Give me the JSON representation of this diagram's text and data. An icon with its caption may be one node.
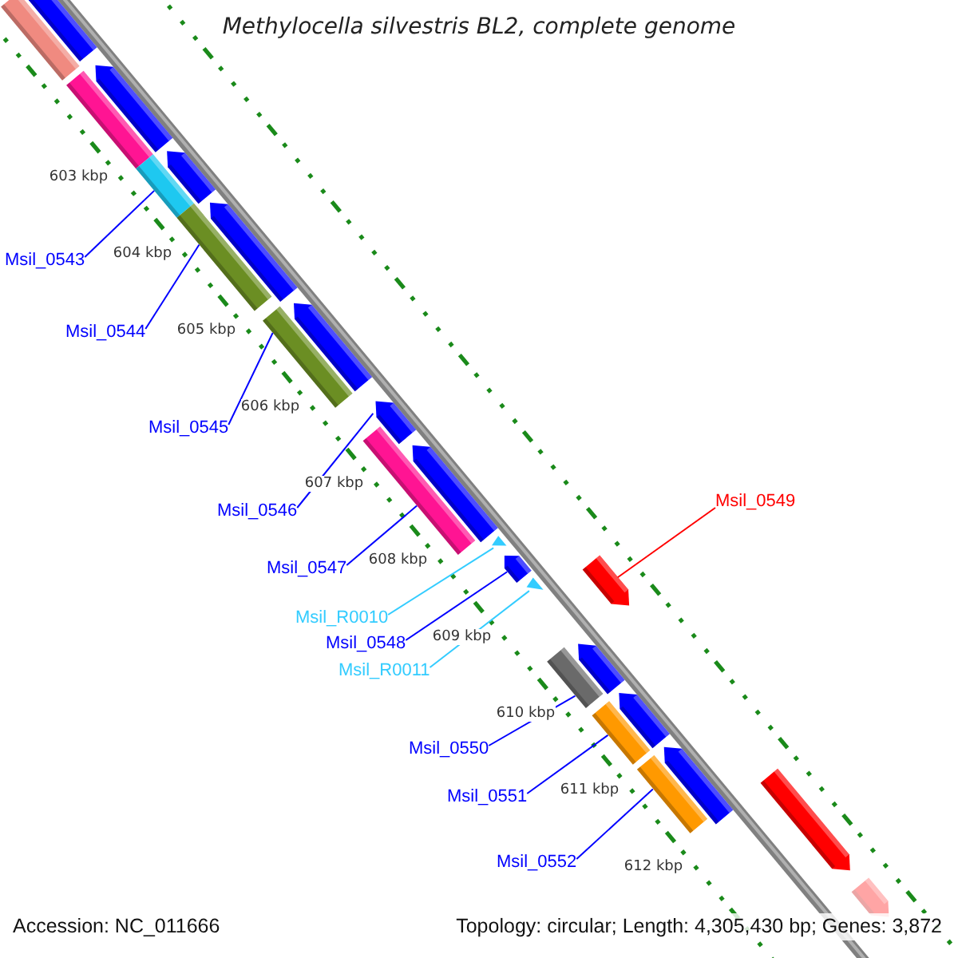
{
  "diagram": {
    "title": "Methylocella silvestris BL2, complete genome",
    "nodes": [
      {
        "text": [
          "Msil_0543"
        ]
      },
      {
        "text": [
          "Msil_0544"
        ]
      },
      {
        "text": [
          "Msil_0545"
        ]
      },
      {
        "text": [
          "Msil_0546"
        ]
      },
      {
        "text": [
          "Msil_0547"
        ]
      },
      {
        "text": [
          "Msil_R0010"
        ]
      },
      {
        "text": [
          "Msil_0548"
        ]
      },
      {
        "text": [
          "Msil_R0011"
        ]
      },
      {
        "text": [
          "Msil_0549"
        ]
      },
      {
        "text": [
          "Msil_0550"
        ]
      },
      {
        "text": [
          "Msil_0551"
        ]
      },
      {
        "text": [
          "Msil_0552"
        ]
      },
      {
        "text": [],
        "shape": "arrow"
      },
      {
        "text": [],
        "shape": "bar"
      },
      {
        "text": [],
        "shape": "arrow"
      },
      {
        "text": [],
        "shape": "bar"
      },
      {
        "text": [],
        "shape": "bar"
      },
      {
        "text": [],
        "shape": "arrow"
      },
      {
        "text": [],
        "shape": "bar"
      },
      {
        "text": [],
        "shape": "arrow"
      },
      {
        "text": [],
        "shape": "bar"
      },
      {
        "text": [],
        "shape": "arrow"
      },
      {
        "text": [],
        "shape": "arrow"
      },
      {
        "text": [],
        "shape": "bar"
      },
      {
        "text": [],
        "shape": "arrow"
      },
      {
        "text": [],
        "shape": "triangle"
      },
      {
        "text": [],
        "shape": "arrow"
      },
      {
        "text": [],
        "shape": "triangle"
      },
      {
        "text": [],
        "shape": "arrow"
      },
      {
        "text": [],
        "shape": "bar"
      },
      {
        "text": [],
        "shape": "arrow"
      },
      {
        "text": [],
        "shape": "bar"
      },
      {
        "text": [],
        "shape": "arrow"
      },
      {
        "text": [],
        "shape": "bar"
      },
      {
        "text": [],
        "shape": "arrow"
      },
      {
        "text": [],
        "shape": "arrow"
      },
      {
        "text": [],
        "shape": "arrow"
      }
    ],
    "edges": [
      {
        "from": 0,
        "to": 16,
        "arrow": "none"
      },
      {
        "from": 1,
        "to": 18,
        "arrow": "none"
      },
      {
        "from": 2,
        "to": 20,
        "arrow": "none"
      },
      {
        "from": 3,
        "to": 22,
        "arrow": "none"
      },
      {
        "from": 4,
        "to": 23,
        "arrow": "none"
      },
      {
        "from": 5,
        "to": 25,
        "arrow": "none",
        "color": "#33ccff"
      },
      {
        "from": 6,
        "to": 26,
        "arrow": "none"
      },
      {
        "from": 7,
        "to": 27,
        "arrow": "none",
        "color": "#33ccff"
      },
      {
        "from": 8,
        "to": 28,
        "arrow": "none",
        "color": "#ff0000"
      },
      {
        "from": 9,
        "to": 29,
        "arrow": "none"
      },
      {
        "from": 10,
        "to": 31,
        "arrow": "none"
      },
      {
        "from": 11,
        "to": 33,
        "arrow": "none"
      }
    ],
    "labels": [
      "603 kbp",
      "604 kbp",
      "605 kbp",
      "606 kbp",
      "607 kbp",
      "608 kbp",
      "609 kbp",
      "610 kbp",
      "611 kbp",
      "612 kbp",
      "Accession: NC_011666",
      "Topology: circular; Length: 4,305,430 bp; Genes: 3,872"
    ]
  }
}
